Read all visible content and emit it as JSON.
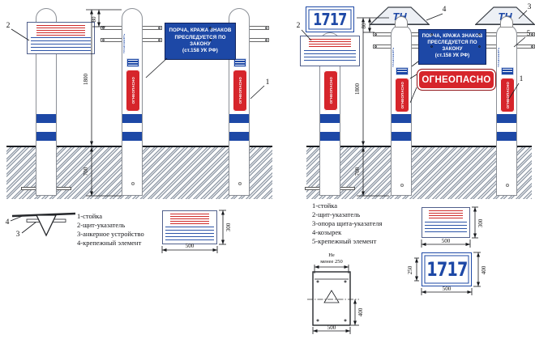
{
  "colors": {
    "blue": "#1d48a6",
    "red": "#d6252b",
    "hatch": "#97a0ac"
  },
  "callouts": {
    "n1": "1",
    "n2": "2",
    "n3": "3",
    "n4": "4",
    "n5": "5"
  },
  "signs": {
    "warning_left_line1": "ПОРЧА, КРАЖА ЗНАКОВ",
    "warning_left_line2": "ПРЕСЛЕДУЕТСЯ ПО ЗАКОНУ",
    "warning_left_line3": "(ст.158 УК РФ)",
    "warning_right_line1": "ПОРЧА, КРАЖА ЗНАКОВ",
    "warning_right_line2": "ПРЕСЛЕДУЕТСЯ ПО",
    "warning_right_line3": "ЗАКОНУ",
    "warning_right_line4": "(ст.158 УК РФ)",
    "flammable": "ОГНЕОПАСНО",
    "vertical_brand": "ТРАНСНЕФТЬ",
    "kilometer": "1717",
    "canopy_logo": "ТН"
  },
  "dimensions": {
    "bracket_offset": "80",
    "above_ground": "1800",
    "below_ground": "700",
    "sign_width": "500",
    "sign_height": "300",
    "plate_note1": "Не",
    "plate_note2": "менее 250",
    "plate_depth": "400",
    "plate_width": "500",
    "km_digit_height": "250",
    "km_height": "400",
    "km_width": "500"
  },
  "legend_left": {
    "l1": "1-стойка",
    "l2": "2-щит-указатель",
    "l3": "3-анкерное устройство",
    "l4": "4-крепежный элемент"
  },
  "legend_right": {
    "l1": "1-стойка",
    "l2": "2-щит-указатель",
    "l3": "3-опора щита-указателя",
    "l4": "4-козырек",
    "l5": "5-крепежный элемент"
  }
}
